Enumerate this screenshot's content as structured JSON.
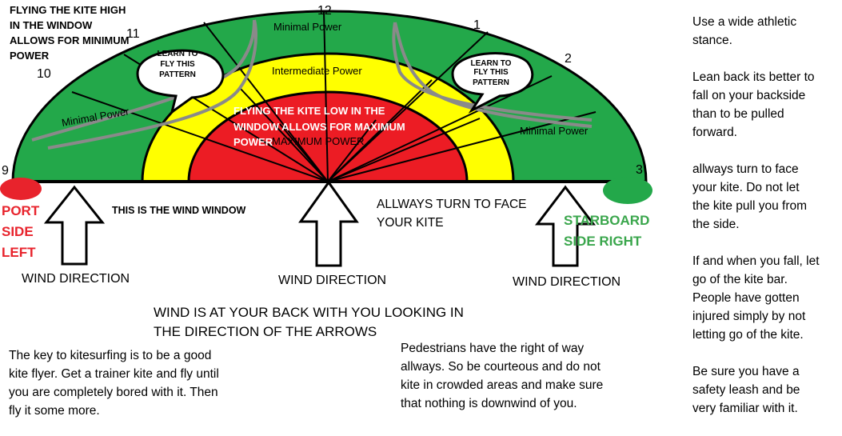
{
  "diagram": {
    "title": "THIS IS THE WIND WINDOW",
    "high_note": "FLYING THE KITE HIGH IN THE WINDOW ALLOWS FOR MINIMUM POWER",
    "low_note": "FLYING THE KITE LOW IN THE WINDOW ALLOWS FOR MAXIMUM POWER",
    "zones": {
      "minimal_top": "Minimal Power",
      "minimal_left": "Minimal Power",
      "minimal_right": "Minimal Power",
      "intermediate": "Intermediate Power",
      "maximum": "MAXIMUM POWER"
    },
    "clock": {
      "twelve": "12",
      "one": "1",
      "two": "2",
      "three": "3",
      "nine": "9",
      "ten": "10",
      "eleven": "11"
    },
    "bubbles": {
      "left": "LEARN TO FLY THIS PATTERN",
      "right": "LEARN TO FLY THIS PATTERN"
    },
    "port_label": [
      "PORT",
      "SIDE",
      "LEFT"
    ],
    "starboard_label": [
      "STARBOARD",
      "SIDE RIGHT"
    ],
    "face_kite": [
      "ALLWAYS TURN TO FACE",
      "YOUR KITE"
    ],
    "wind_direction_label": "WIND DIRECTION",
    "wind_back": [
      "WIND IS AT YOUR BACK WITH YOU LOOKING IN",
      "THE DIRECTION OF THE ARROWS"
    ],
    "colors": {
      "green": "#23a84a",
      "yellow": "#ffff00",
      "red": "#ec1c24",
      "grey": "#8a8a8a"
    }
  },
  "notes": {
    "trainer": [
      "The key to kitesurfing is to be a good",
      "kite flyer. Get a trainer kite and fly until",
      "you are completely bored with it. Then",
      "fly it some more."
    ],
    "pedestrians": [
      "Pedestrians have the right of way",
      "allways. So be courteous and do not",
      "kite in crowded areas and make sure",
      "that nothing is downwind of you."
    ]
  },
  "tips": [
    [
      "Use a wide athletic",
      "stance."
    ],
    [
      "Lean back its better to",
      "fall on your backside",
      "than to be pulled",
      "forward."
    ],
    [
      "allways turn to face",
      "your kite. Do not let",
      "the kite pull you from",
      "the side."
    ],
    [
      "If and when you fall, let",
      "go of the kite bar.",
      "People have gotten",
      "injured simply by not",
      "letting go of the kite."
    ],
    [
      "Be sure you have a",
      "safety leash and be",
      "very familiar with it."
    ]
  ]
}
